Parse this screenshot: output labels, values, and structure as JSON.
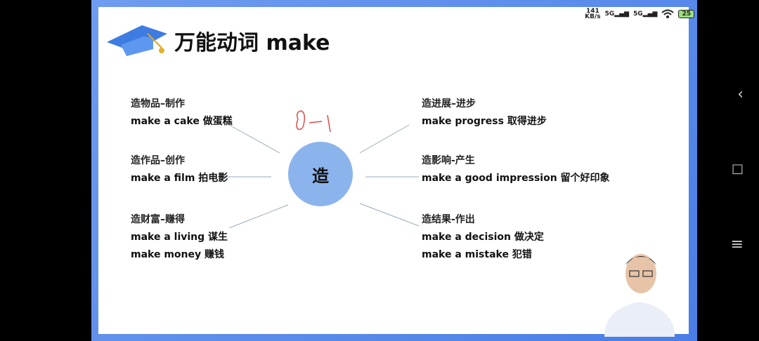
{
  "status": {
    "speed_top": "141",
    "speed_bottom": "KB/s",
    "sig1": "5G",
    "sig2": "5G",
    "battery": "25"
  },
  "slide": {
    "title": "万能动词 make",
    "center": "造",
    "annotation": "0-1",
    "left": [
      {
        "head": "造物品–制作",
        "examples": [
          "make a cake 做蛋糕"
        ]
      },
      {
        "head": "造作品–创作",
        "examples": [
          "make a film 拍电影"
        ]
      },
      {
        "head": "造财富–赚得",
        "examples": [
          "make a living 谋生",
          "make money 赚钱"
        ]
      }
    ],
    "right": [
      {
        "head": "造进展–进步",
        "examples": [
          "make progress 取得进步"
        ]
      },
      {
        "head": "造影响-产生",
        "examples": [
          "make a good impression 留个好印象"
        ]
      },
      {
        "head": "造结果-作出",
        "examples": [
          "make a decision 做决定",
          "make a mistake 犯错"
        ]
      }
    ]
  },
  "nav": {
    "back": "‹",
    "home": "□",
    "menu": "≡"
  },
  "icons": [
    "graduation-cap-icon",
    "wifi-icon",
    "battery-icon",
    "back-icon",
    "home-icon",
    "menu-icon"
  ]
}
